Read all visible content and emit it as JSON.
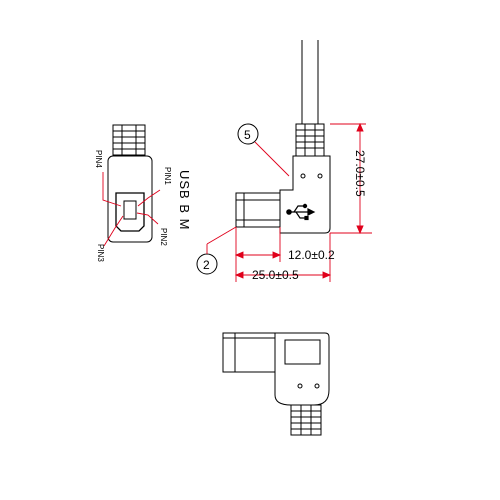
{
  "drawing": {
    "title": "USB B M",
    "pins": {
      "pin1": "PIN1",
      "pin2": "PIN2",
      "pin3": "PIN3",
      "pin4": "PIN4"
    },
    "callouts": {
      "top": "5",
      "bottom": "2"
    },
    "dimensions": {
      "height": "27.0±0.5",
      "plug_length": "12.0±0.2",
      "overall_length": "25.0±0.5"
    },
    "colors": {
      "outline": "#000000",
      "dimension": "#e0001b"
    },
    "icons": [
      "usb-trident-icon"
    ]
  }
}
